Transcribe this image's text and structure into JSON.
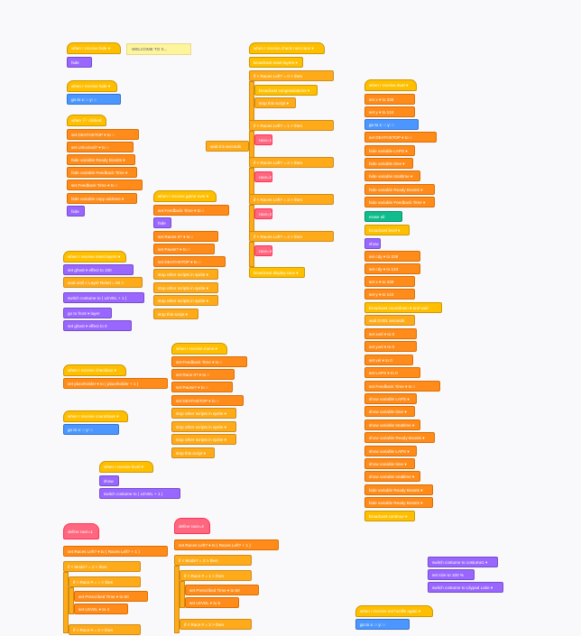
{
  "colors": {
    "events": "#ffbf00",
    "looks": "#9966ff",
    "motion": "#4c97ff",
    "control": "#ffab19",
    "variables": "#ff8c1a",
    "operators": "#59c059",
    "myblocks": "#ff6680",
    "sensing": "#5cb1d6",
    "sound": "#cf63cf",
    "pen": "#0fbd8c"
  },
  "comment": {
    "text": "WELCOME TO X..."
  },
  "blocks": {
    "b01": "when I receive   hide ▾",
    "b02": "hide",
    "b03": "when I receive   hide ▾",
    "b04": "go to x:  ○  y:  ○",
    "b05": "when 🏳 clicked",
    "b06": "set  DEATHSTOP ▾  to  ○",
    "b07": "set  Unlocked? ▾  to  ○",
    "b08": "hide variable  Ready Boosts ▾",
    "b09": "hide variable  Feedback Time ▾",
    "b10": "set  Feedback Time ▾  to  ○",
    "b11": "hide variable  copy address ▾",
    "b12": "hide",
    "b13": "when I receive   reset layers ▾",
    "b14": "set  ghost ▾  effect to  100",
    "b15": "wait until  < Layer Reset  =  50 >",
    "b16": "switch costume to  ( LEVEL  +  1 )",
    "b17": "go to  front ▾  layer",
    "b18": "set  ghost ▾  effect to  0",
    "b19": "when I receive   checkbox ▾",
    "b20": "set  placeholder ▾  to  ( placeholder  +  1 )",
    "b21": "when I receive   countdown ▾",
    "b22": "go to x:  ○  y:  ○",
    "b23": "when I receive   level ▾",
    "b24": "show",
    "b25": "switch costume to  ( LEVEL  +  1 )",
    "b26": "when I receive   game over ▾",
    "b27": "set  Feedback Time ▾  to  ○",
    "b28": "hide",
    "b29": "set  Races It? ▾  to  ○",
    "b30": "set  Pause? ▾  to  ○",
    "b31": "set  DEATHSTOP ▾  to  ○",
    "b32": "stop  other scripts in sprite ▾",
    "b33": "stop  other scripts in sprite ▾",
    "b34": "stop  other scripts in sprite ▾",
    "b35": "stop  this script ▾",
    "b36": "when I receive   menu ▾",
    "b37": "set  Feedback Time ▾  to  ○",
    "b38": "set  Race It? ▾  to  ○",
    "b39": "set  Pause? ▾  to  ○",
    "b40": "set  DEATHSTOP ▾  to  ○",
    "b41": "stop  other scripts in sprite ▾",
    "b42": "stop  other scripts in sprite ▾",
    "b43": "stop  other scripts in sprite ▾",
    "b44": "stop  this script ▾",
    "b45": "when I receive   check next race ▾",
    "b46": "broadcast  reset layers ▾",
    "b47": "if  < Races Left?  =  0 >  then",
    "b48": "broadcast  congratulations ▾",
    "b49": "stop  this script ▾",
    "b50": "if  < Races Left?  =  1 >  then",
    "b51": "race=1",
    "b52": "wait  0.5  seconds",
    "b53": "if  < Races Left?  =  2 >  then",
    "b54": "race=2",
    "b55": "if  < Races Left?  =  3 >  then",
    "b56": "race=3",
    "b57": "if  < Races Left?  =  4 >  then",
    "b58": "race=4",
    "b59": "broadcast  display race ▾",
    "b60": "when I receive   start ▾",
    "b61": "set  x ▾  to  339",
    "b62": "set  y ▾  to  124",
    "b63": "go to x:  ○  y:  ○",
    "b64": "set  DEATHSTOP ▾  to  ○",
    "b65": "hide variable  LAPS ▾",
    "b66": "hide variable  time ▾",
    "b67": "hide variable  totaltime ▾",
    "b68": "hide variable  Ready Boosts ▾",
    "b69": "hide variable  Feedback Time ▾",
    "b70": "erase all",
    "b71": "broadcast  level ▾",
    "b72": "show",
    "b73": "set  cdy ▾  to  339",
    "b74": "set  cdy ▾  to  124",
    "b75": "set  x ▾  to  339",
    "b76": "set  y ▾  to  124",
    "b77": "broadcast  countdown ▾  and wait",
    "b78": "wait  0.001  seconds",
    "b79": "set  xvel ▾  to  0",
    "b80": "set  yvel ▾  to  0",
    "b81": "set  vel ▾  to  0",
    "b82": "set  LAPS ▾  to  0",
    "b83": "set  Feedback Time ▾  to  ○",
    "b84": "show variable  LAPS ▾",
    "b85": "show variable  time ▾",
    "b86": "show variable  totaltime ▾",
    "b87": "show variable  Ready Boosts ▾",
    "b88": "show variable  LAPS ▾",
    "b89": "show variable  time ▾",
    "b90": "show variable  totaltime ▾",
    "b91": "hide variable  Ready Boosts ▾",
    "b92": "hide variable  Ready Boosts ▾",
    "b93": "broadcast  continue ▾",
    "b94": "switch costume to  costume1 ▾",
    "b95": "set size to  100  %",
    "b96": "switch costume to  Lilypad Lake ▾",
    "b97": "define  race=1",
    "b98": "set  Races Left? ▾  to  ( Races Left?  +  1 )",
    "b99": "if  < Mode?  =  2 >  then",
    "b100": "if  < Race #  =  ○ >  then",
    "b101": "set  Prescribed Time ▾  to  60",
    "b102": "set  LEVEL ▾  to  4",
    "b103": "if  < Race #  =  2 >  then",
    "b104": "define  race=2",
    "b105": "set  Races Left? ▾  to  ( Races Left?  +  1 )",
    "b106": "if  < Mode?  =  2 >  then",
    "b107": "if  < Race #  =  1 >  then",
    "b108": "set  Prescribed Time ▾  to  60",
    "b109": "set  LEVEL ▾  to  5",
    "b110": "if  < Race #  =  2 >  then",
    "b111": "when I receive   set hurdle again ▾",
    "b112": "go to x:  ○  y:  ○"
  }
}
